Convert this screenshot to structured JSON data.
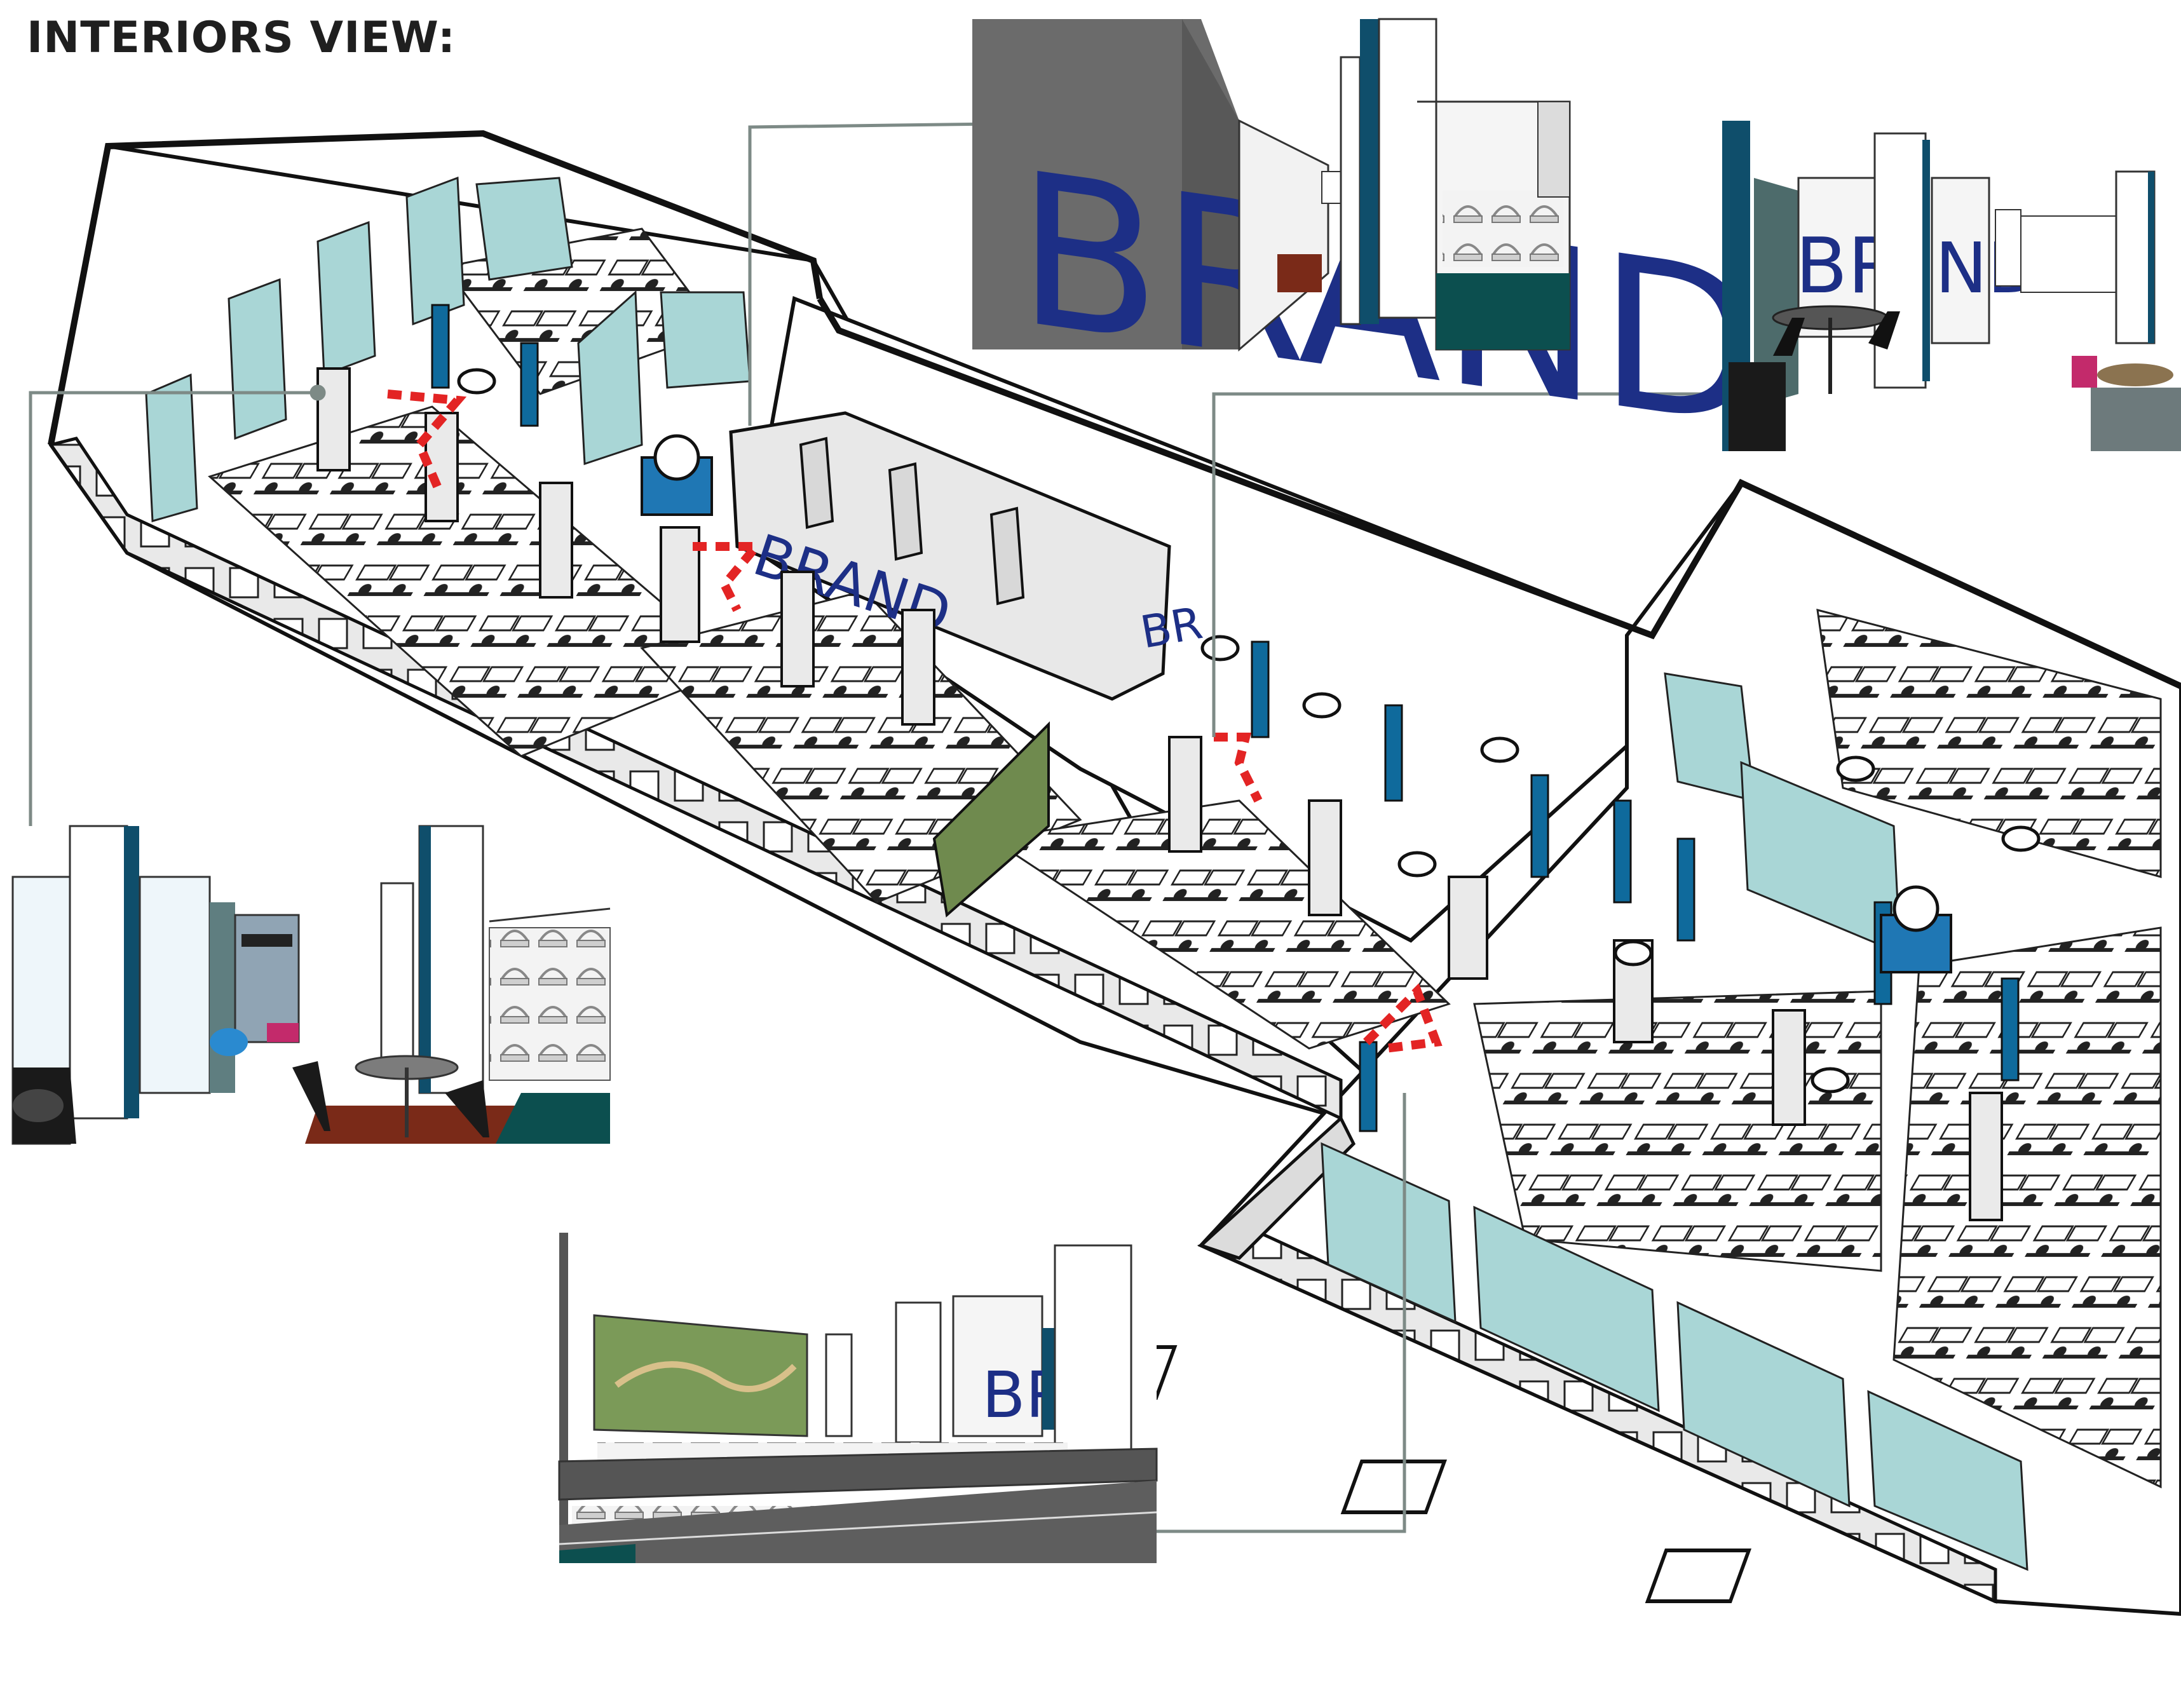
{
  "page": {
    "title": "INTERIORS VIEW:"
  },
  "plan": {
    "wall_sign": "BRAND",
    "partition_sign": "BR"
  },
  "views": {
    "top_center": {
      "sign": "BRAND"
    },
    "top_right": {
      "sign_left": "BR",
      "sign_right": "ND"
    },
    "bottom_center": {
      "sign": "BR"
    }
  },
  "colors": {
    "glass": "#a9d6d6",
    "accent_blue": "#0f6a9c",
    "wall": "#e8e8e8",
    "brand_text": "#1d2f86",
    "path_dashed": "#e32424",
    "leader": "#7d8a86",
    "carpet": "#0c4f4f",
    "rug": "#7a2a18"
  }
}
